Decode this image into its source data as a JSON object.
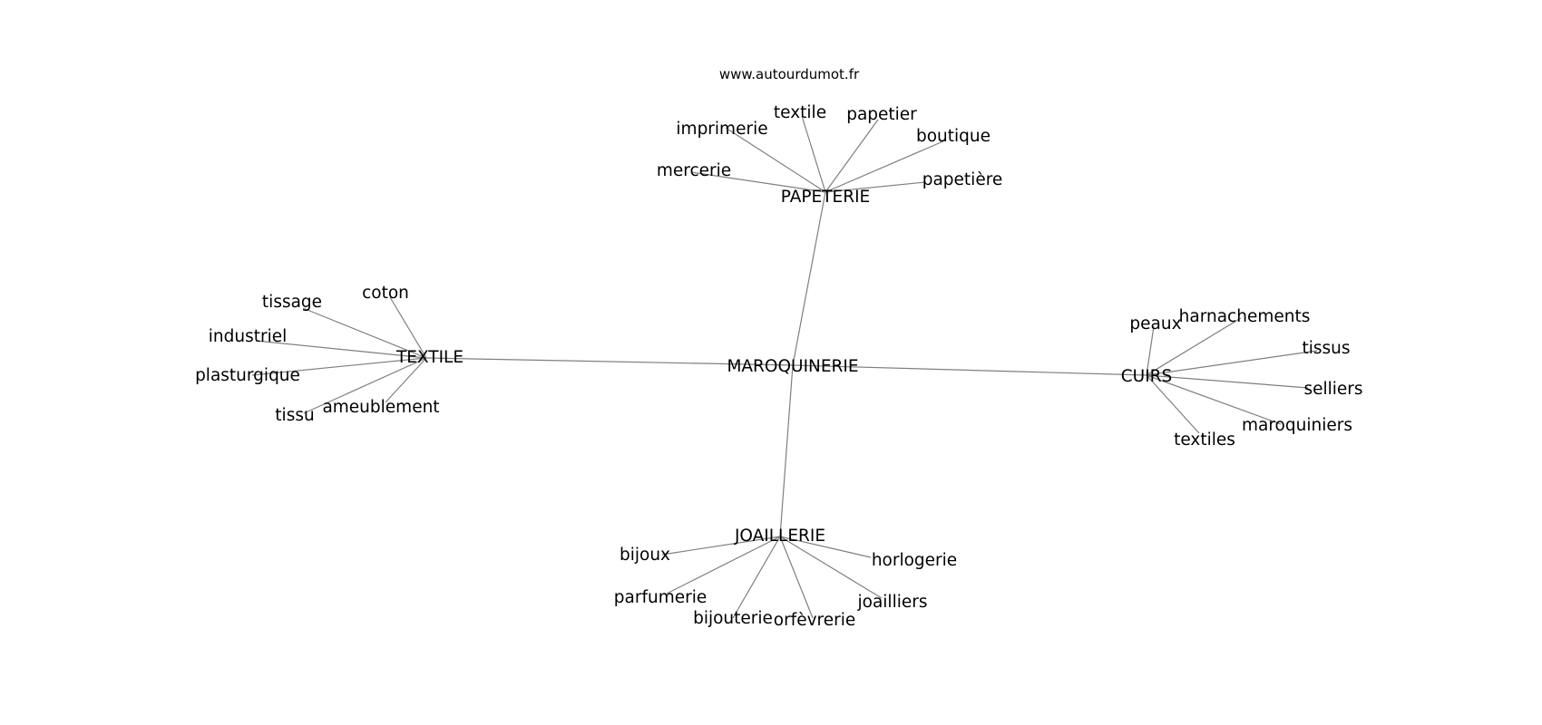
{
  "source": "www.autourdumot.fr",
  "center": "MAROQUINERIE",
  "hubs": [
    {
      "label": "PAPETERIE",
      "leaves": [
        "textile",
        "papetier",
        "imprimerie",
        "boutique",
        "mercerie",
        "papetière"
      ]
    },
    {
      "label": "TEXTILE",
      "leaves": [
        "coton",
        "tissage",
        "industriel",
        "plasturgique",
        "tissu",
        "ameublement"
      ]
    },
    {
      "label": "CUIRS",
      "leaves": [
        "peaux",
        "harnachements",
        "tissus",
        "selliers",
        "maroquiniers",
        "textiles"
      ]
    },
    {
      "label": "JOAILLERIE",
      "leaves": [
        "bijoux",
        "horlogerie",
        "parfumerie",
        "joailliers",
        "bijouterie",
        "orfèvrerie"
      ]
    }
  ]
}
